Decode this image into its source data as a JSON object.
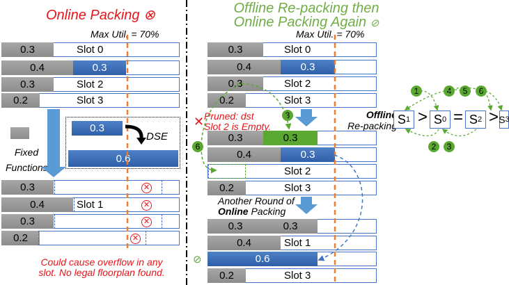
{
  "left": {
    "title": "Online Packing",
    "max_util": "Max Util. = 70%",
    "top_rows": [
      {
        "grey": "0.3",
        "slot": "Slot 0"
      },
      {
        "grey": "0.4",
        "slot": "0.3"
      },
      {
        "grey": "0.3",
        "slot": "Slot 2"
      },
      {
        "grey": "0.2",
        "slot": "Slot 3"
      }
    ],
    "fixed_label": "Fixed\nFunctions",
    "dse_in": "0.3",
    "dse_label": "DSE",
    "dse_out": "0.6",
    "bottom_rows": [
      {
        "grey": "0.3",
        "slot": ""
      },
      {
        "grey": "0.4",
        "slot": "Slot 1"
      },
      {
        "grey": "0.3",
        "slot": ""
      },
      {
        "grey": "0.2",
        "slot": ""
      }
    ],
    "caption_line1": "Could cause overflow in any",
    "caption_line2": "slot. No legal floorplan found."
  },
  "right": {
    "title_line1": "Offline Re-packing then",
    "title_line2": "Online Packing Again",
    "max_util": "Max Util. = 70%",
    "top_rows": [
      {
        "grey": "0.3",
        "slot": "Slot 0"
      },
      {
        "grey": "0.4",
        "slot": "0.3"
      },
      {
        "grey": "0.3",
        "slot": "Slot 2"
      },
      {
        "grey": "0.2",
        "slot": "Slot 3"
      }
    ],
    "pruned_line1": "Pruned: dst",
    "pruned_line2": "Slot 2 is Empty.",
    "offline_label_bold": "Offline",
    "offline_label_rest": "Re-packing",
    "mid_rows": [
      {
        "grey": "0.3",
        "slot": "0.3"
      },
      {
        "grey": "0.4",
        "slot": "0.3"
      },
      {
        "grey": "",
        "slot": "Slot 2"
      },
      {
        "grey": "0.2",
        "slot": "Slot 3"
      }
    ],
    "another_round_1": "Another Round of",
    "another_round_bold": "Online",
    "another_round_rest": "Packing",
    "bottom_rows": [
      {
        "grey": "0.3",
        "slot": "0.3"
      },
      {
        "grey": "0.4",
        "slot": "Slot 1"
      },
      {
        "grey": "",
        "slot": "0.6"
      },
      {
        "grey": "0.2",
        "slot": "Slot 3"
      }
    ],
    "badges": [
      "1",
      "2",
      "3",
      "4",
      "5",
      "6"
    ],
    "order": [
      "S1",
      ">",
      "S0",
      "=",
      "S2",
      ">",
      "S3"
    ],
    "step_badges": {
      "b3": "3",
      "b6": "6"
    }
  },
  "colors": {
    "red": "#e8141a",
    "green": "#70ad47",
    "blue": "#4472c4",
    "orange": "#ed7d31"
  }
}
